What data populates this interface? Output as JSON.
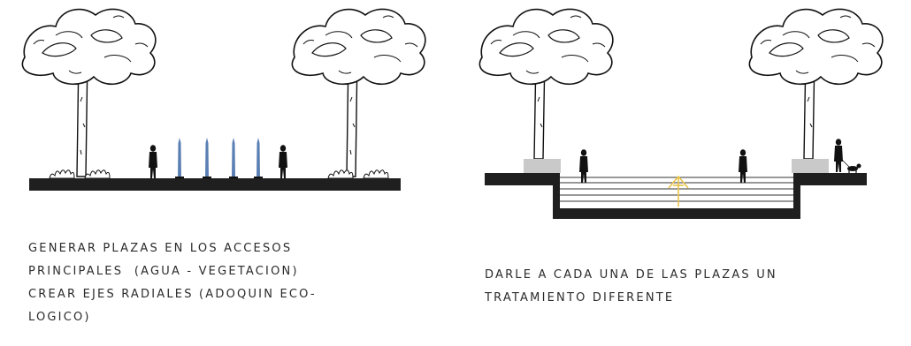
{
  "left_panel": {
    "caption_lines": [
      "GENERAR PLAZAS EN LOS ACCESOS",
      "PRINCIPALES  (AGUA - VEGETACION)",
      "CREAR EJES RADIALES (ADOQUIN ECO-",
      "LOGICO)"
    ],
    "fountain_jets": 4,
    "people": 2
  },
  "right_panel": {
    "caption_lines": [
      "DARLE A CADA UNA DE LAS PLAZAS UN",
      "TRATAMIENTO DIFERENTE"
    ],
    "step_lines": 5,
    "arrow_color": "#e8c34a"
  },
  "colors": {
    "ground": "#1f1f1f",
    "text": "#2b2b2b",
    "planter": "#c9c9c9",
    "water": "#5a7fb3",
    "arrow": "#e8c34a"
  }
}
